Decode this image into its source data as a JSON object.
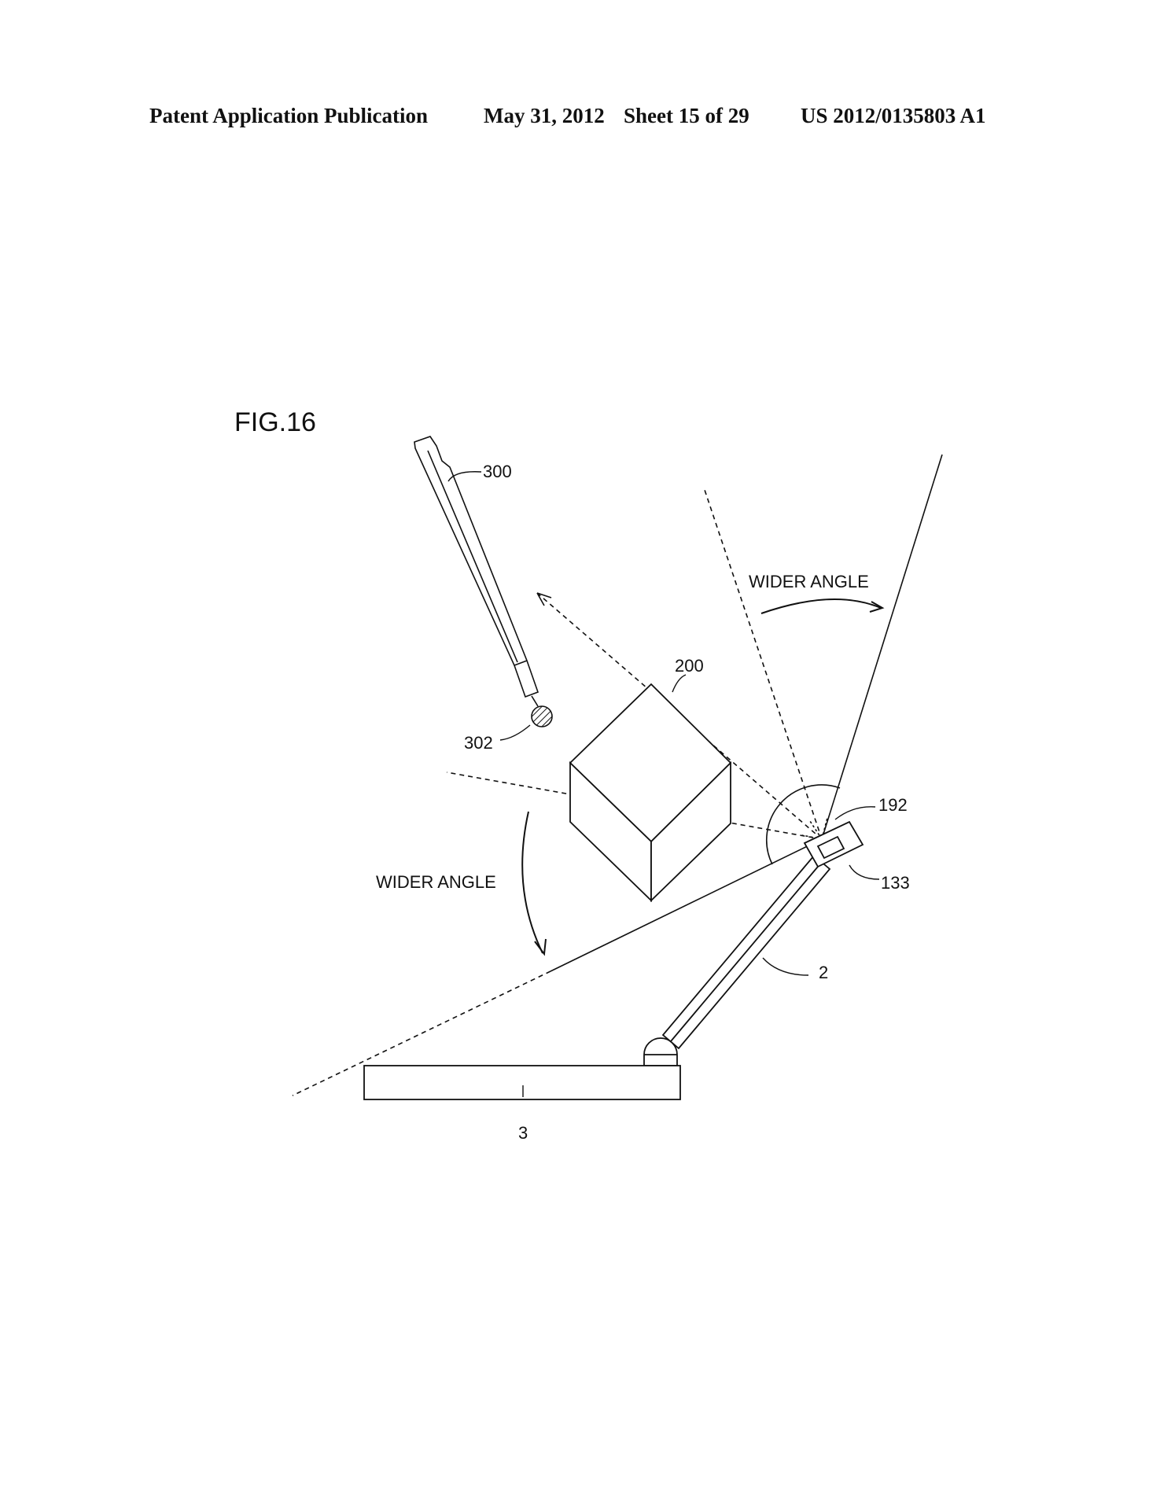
{
  "header": {
    "publication": "Patent Application Publication",
    "date": "May 31, 2012",
    "sheet": "Sheet 15 of 29",
    "number": "US 2012/0135803 A1"
  },
  "figure": {
    "title": "FIG.16",
    "labels": {
      "stylus": "300",
      "stylus_tip": "302",
      "cube": "200",
      "camera": "192",
      "sensor": "133",
      "upper_housing": "2",
      "lower_housing": "3",
      "wider_angle_upper": "WIDER ANGLE",
      "wider_angle_lower": "WIDER ANGLE"
    }
  }
}
